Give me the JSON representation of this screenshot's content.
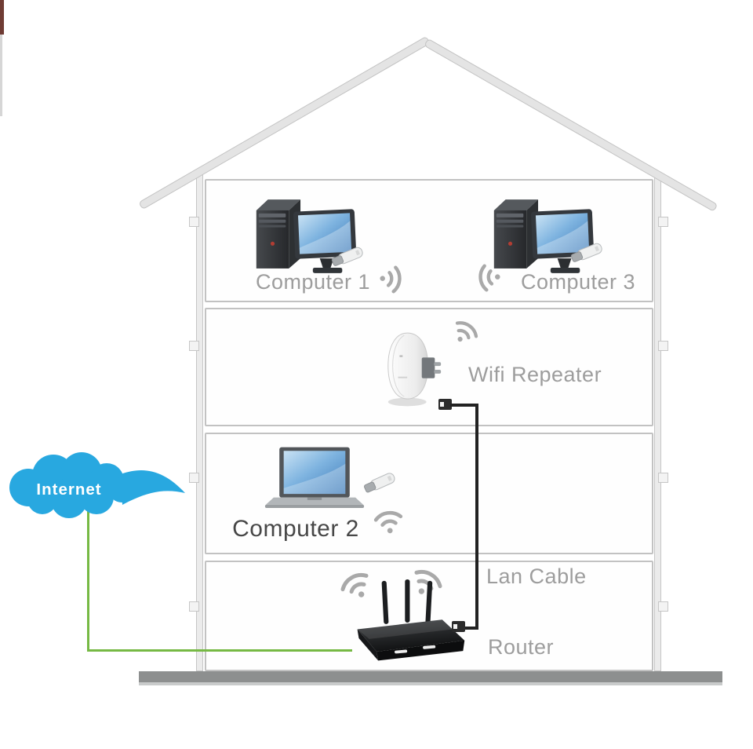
{
  "diagram": {
    "type": "home-network-wifi-repeater-illustration",
    "floors": 4,
    "labels": {
      "internet": "Internet",
      "computer1": "Computer 1",
      "computer3": "Computer 3",
      "wifi_repeater": "Wifi Repeater",
      "computer2": "Computer 2",
      "lan_cable": "Lan Cable",
      "router": "Router"
    },
    "devices": [
      {
        "id": "computer1",
        "type": "desktop-computer",
        "floor": 4,
        "label": "Computer 1"
      },
      {
        "id": "computer3",
        "type": "desktop-computer",
        "floor": 4,
        "label": "Computer 3"
      },
      {
        "id": "wifi_repeater",
        "type": "wall-plug-wifi-repeater",
        "floor": 3,
        "label": "Wifi Repeater"
      },
      {
        "id": "computer2",
        "type": "laptop",
        "floor": 2,
        "label": "Computer 2"
      },
      {
        "id": "router",
        "type": "wireless-router-3-antennas",
        "floor": 1,
        "label": "Router"
      }
    ],
    "connections": [
      {
        "from": "Internet",
        "to": "Router",
        "style": "green cable"
      },
      {
        "from": "Wifi Repeater",
        "to": "Router",
        "style": "black cable",
        "label": "Lan Cable"
      }
    ],
    "icons": [
      "cloud-icon",
      "desktop-computer-icon",
      "laptop-icon",
      "wifi-repeater-icon",
      "router-icon",
      "usb-dongle-icon",
      "wifi-signal-icon",
      "lan-connector-icon"
    ],
    "colors": {
      "cloud_blue": "#28a8e0",
      "internet_cable_green": "#76b944",
      "lan_cable_black": "#222222",
      "label_gray": "#9d9d9d",
      "computer2_label_dark": "#474747",
      "house_fill": "#ebebeb",
      "house_border": "#c2c2c2",
      "ground_gray": "#8d8f8f",
      "screen_blue": "#3f7cba",
      "device_dark": "#2d3033"
    }
  }
}
